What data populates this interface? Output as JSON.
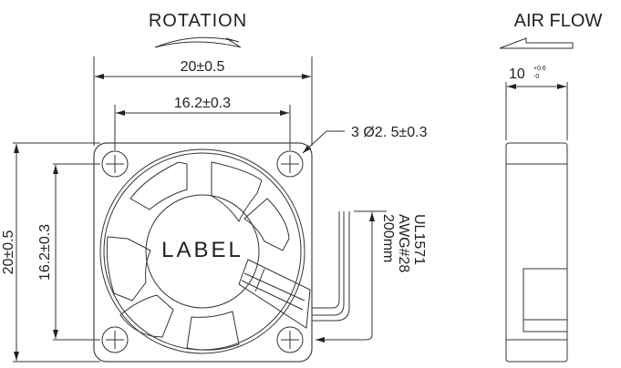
{
  "front_view": {
    "rotation_label": "ROTATION",
    "outer_width_dim": "20±0.5",
    "hole_pitch_width_dim": "16.2±0.3",
    "outer_height_dim": "20±0.5",
    "hole_pitch_height_dim": "16.2±0.3",
    "hole_callout": "3 Ø2. 5±0.3",
    "center_label": "LABEL",
    "wire_spec": [
      "UL1571",
      "AWG#28",
      "200mm"
    ]
  },
  "side_view": {
    "airflow_label": "AIR FLOW",
    "thickness_dim": "10",
    "thickness_tol_plus": "+0.6",
    "thickness_tol_minus": "-0"
  },
  "colors": {
    "line": "#333333",
    "background": "#ffffff"
  }
}
